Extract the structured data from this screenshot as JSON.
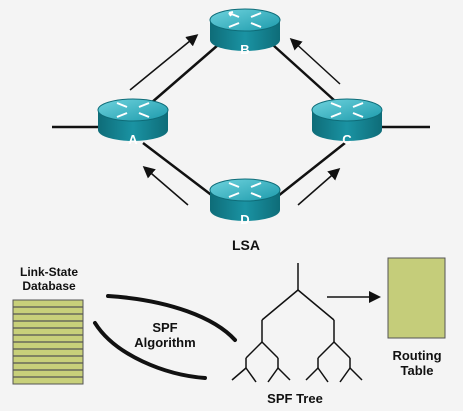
{
  "routers": [
    {
      "id": "A",
      "label": "A"
    },
    {
      "id": "B",
      "label": "B"
    },
    {
      "id": "C",
      "label": "C"
    },
    {
      "id": "D",
      "label": "D"
    }
  ],
  "labels": {
    "lsa": "LSA",
    "lsdb_line1": "Link-State",
    "lsdb_line2": "Database",
    "spf_line1": "SPF",
    "spf_line2": "Algorithm",
    "spf_tree": "SPF Tree",
    "rt_line1": "Routing",
    "rt_line2": "Table"
  },
  "colors": {
    "router_top": "#2fb3c4",
    "router_side": "#13808e",
    "database_fill": "#c8d07a",
    "database_lines": "#555",
    "routing_table_fill": "#c5cd7a",
    "link": "#111111"
  }
}
